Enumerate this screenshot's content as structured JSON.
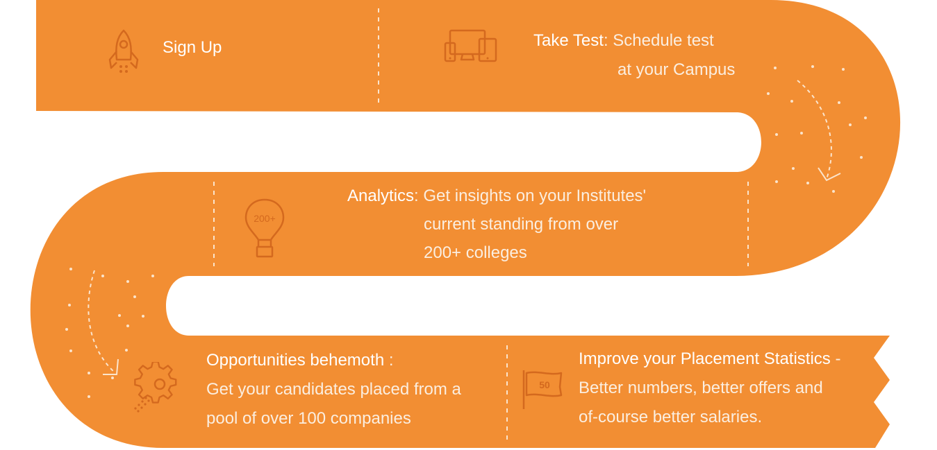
{
  "colors": {
    "ribbon": "#f28e33",
    "icon_stroke": "#d4691e",
    "dots": "#fbe4cc",
    "text": "#fbeee0",
    "background": "#ffffff"
  },
  "steps": [
    {
      "heading": "Sign Up",
      "lines": [],
      "icon": "rocket-icon"
    },
    {
      "heading": "Take Test",
      "separator": ":",
      "lines": [
        "Schedule test",
        "at your Campus"
      ],
      "icon": "devices-icon"
    },
    {
      "heading": "Analytics",
      "separator": ":",
      "lines": [
        "Get insights on your Institutes'",
        "current standing from over",
        "200+ colleges"
      ],
      "icon": "hot-air-balloon-icon",
      "icon_label": "200+"
    },
    {
      "heading": "Opportunities behemoth",
      "separator": " :",
      "lines": [
        "Get your candidates placed from a",
        "pool of over 100 companies"
      ],
      "icon": "gear-icon"
    },
    {
      "heading": "Improve your Placement Statistics",
      "separator": " -",
      "lines": [
        "Better numbers, better offers and",
        "of-course better salaries."
      ],
      "icon": "flag-icon",
      "icon_label": "50"
    }
  ]
}
